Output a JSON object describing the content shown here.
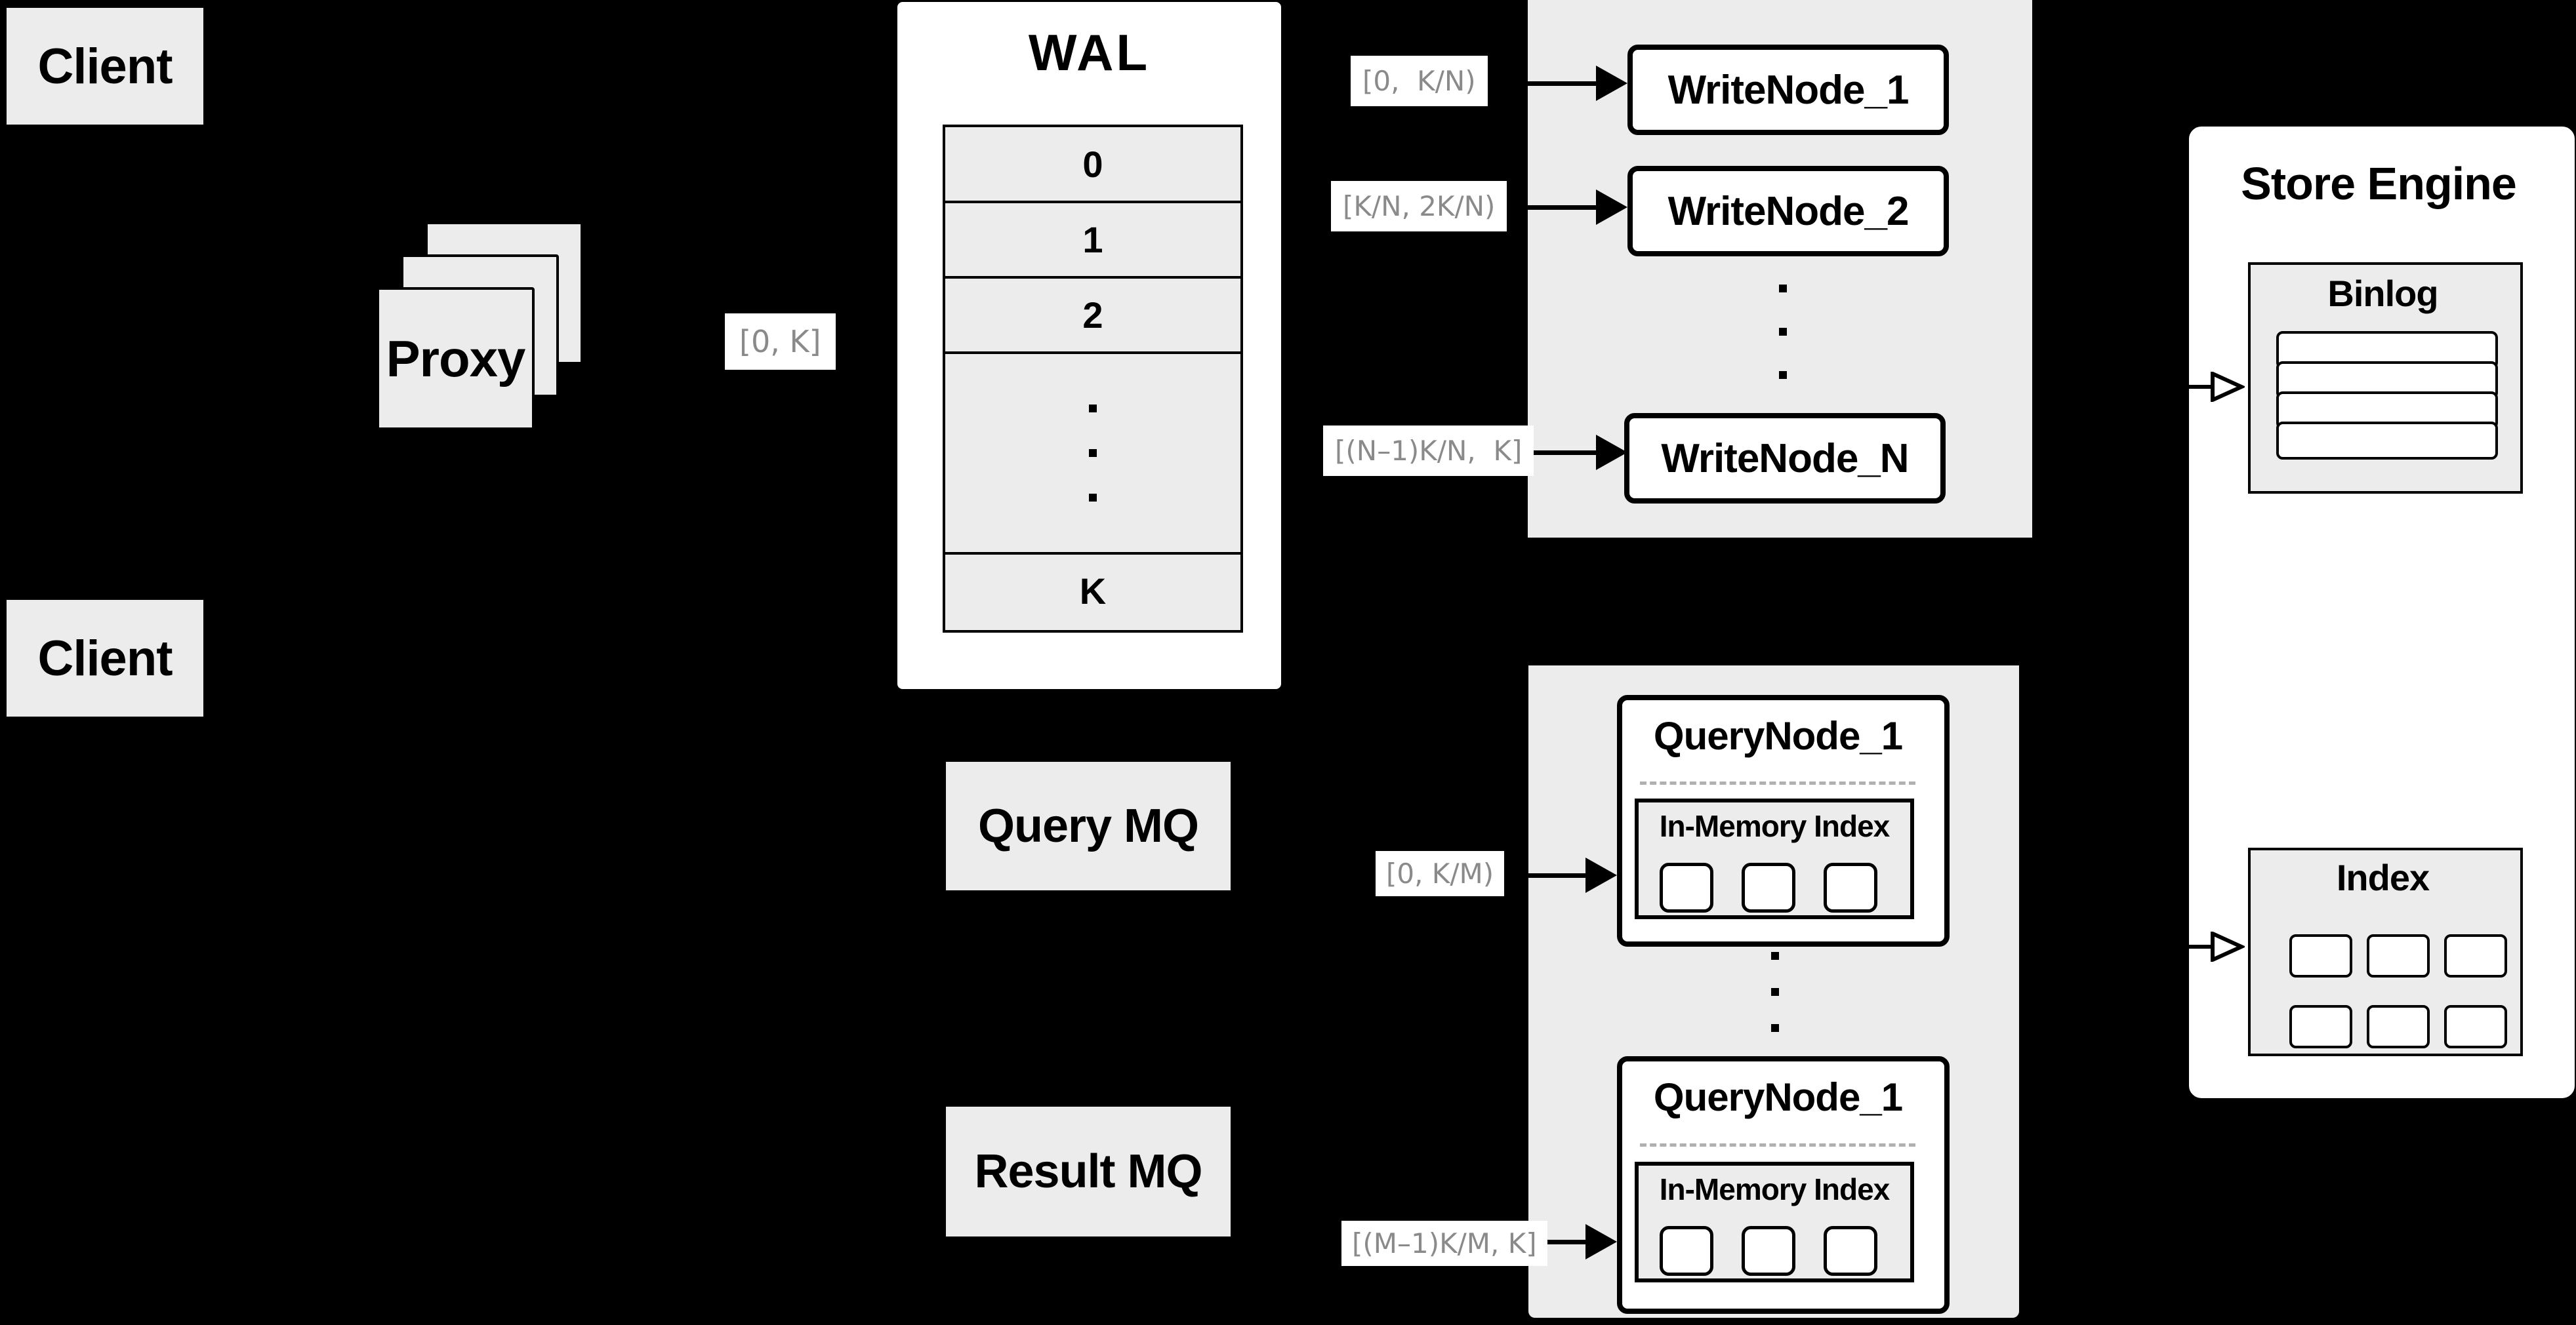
{
  "colors": {
    "background": "#000000",
    "panel_fill": "#ececec",
    "box_fill": "#ffffff",
    "stroke": "#000000",
    "range_label_text": "#8a8a8a",
    "dashed_divider": "#b0b0b0"
  },
  "clients": {
    "top": "Client",
    "bottom": "Client"
  },
  "proxy": {
    "label": "Proxy"
  },
  "labels": {
    "proxy_range": "[0, K]",
    "write1": "[0,  K/N)",
    "write2": "[K/N, 2K/N)",
    "writeN": "[(N–1)K/N,  K]",
    "query1": "[0, K/M)",
    "queryM": "[(M–1)K/M, K]"
  },
  "wal": {
    "title": "WAL",
    "slots": [
      "0",
      "1",
      "2",
      "K"
    ]
  },
  "write_nodes": {
    "node1": "WriteNode_1",
    "node2": "WriteNode_2",
    "nodeN": "WriteNode_N"
  },
  "mq": {
    "query": "Query MQ",
    "result": "Result MQ"
  },
  "query_nodes": {
    "top": {
      "title": "QueryNode_1",
      "index_title": "In-Memory Index"
    },
    "bottom": {
      "title": "QueryNode_1",
      "index_title": "In-Memory Index"
    }
  },
  "store_engine": {
    "title": "Store Engine",
    "binlog_title": "Binlog",
    "index_title": "Index"
  }
}
